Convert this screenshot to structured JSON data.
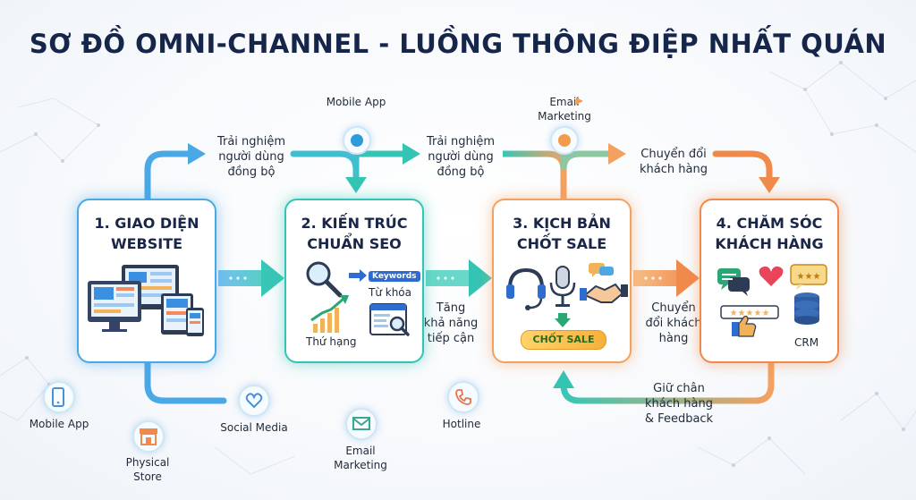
{
  "title": "SƠ ĐỒ OMNI-CHANNEL - LUỒNG THÔNG ĐIỆP NHẤT QUÁN",
  "steps": [
    {
      "label": "1. GIAO DIỆN\nWEBSITE"
    },
    {
      "label": "2. KIẾN TRÚC\nCHUẨN SEO",
      "keywords_badge": "Keywords",
      "keyword_caption": "Từ khóa",
      "ranking_caption": "Thứ hạng"
    },
    {
      "label": "3. KỊCH BẢN\nCHỐT SALE",
      "badge": "CHỐT SALE"
    },
    {
      "label": "4. CHĂM SÓC\nKHÁCH HÀNG",
      "crm_caption": "CRM"
    }
  ],
  "flow_labels": {
    "sync_1": "Trải nghiệm\nngười dùng\nđồng bộ",
    "sync_2": "Trải nghiệm\nngười dùng\nđồng bộ",
    "conversion_top": "Chuyển đổi\nkhách hàng",
    "reach": "Tăng\nkhả năng\ntiếp cận",
    "conversion_mid": "Chuyển\nđổi khách\nhàng",
    "retention": "Giữ chân\nkhách hàng\n& Feedback"
  },
  "channels": {
    "top_mobile_app": "Mobile App",
    "top_email_marketing": "Email\nMarketing",
    "mobile_app": "Mobile App",
    "physical_store": "Physical\nStore",
    "social_media": "Social Media",
    "email_marketing": "Email\nMarketing",
    "hotline": "Hotline"
  },
  "colors": {
    "blue": "#4aa8e6",
    "teal": "#34c4b4",
    "orange": "#f4a160",
    "deep_orange": "#f08a4a",
    "title": "#16254a"
  }
}
